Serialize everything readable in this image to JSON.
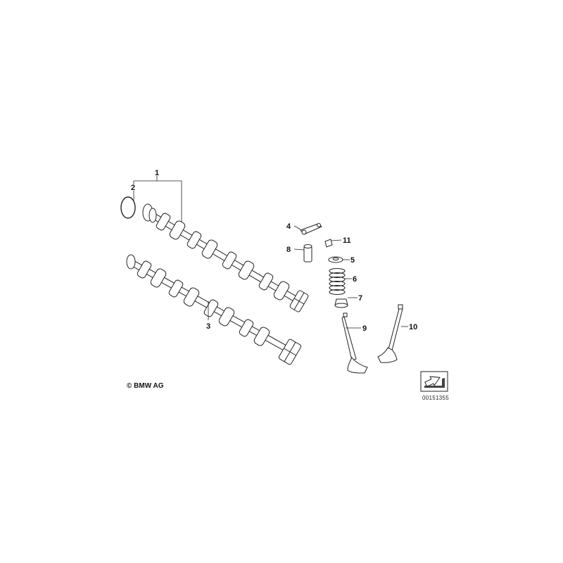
{
  "callouts": {
    "c1": "1",
    "c2": "2",
    "c3": "3",
    "c4": "4",
    "c5": "5",
    "c6": "6",
    "c7": "7",
    "c8": "8",
    "c9": "9",
    "c10": "10",
    "c11": "11"
  },
  "footer": {
    "copyright": "© BMW AG",
    "diagram_id": "00151355"
  },
  "colors": {
    "line": "#222222",
    "fill": "#ffffff",
    "shade": "#d6d6d6"
  }
}
